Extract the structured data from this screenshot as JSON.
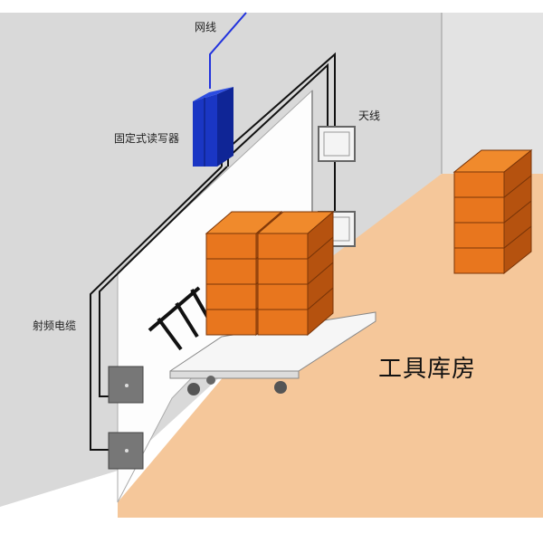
{
  "labels": {
    "network_cable": "网线",
    "fixed_reader": "固定式读写器",
    "antenna": "天线",
    "rf_cable": "射频电缆",
    "room": "工具库房"
  },
  "colors": {
    "wall": "#d9d9d9",
    "floor": "#f5c79a",
    "door_panel": "#fdfdfd",
    "box_front": "#e8761e",
    "box_top": "#f08a2c",
    "box_side": "#b5520f",
    "reader": "#1a36c4",
    "network_line": "#2233dd",
    "cable": "#111111",
    "antenna_box": "#f4f4f4",
    "lower_antenna": "#777777"
  }
}
